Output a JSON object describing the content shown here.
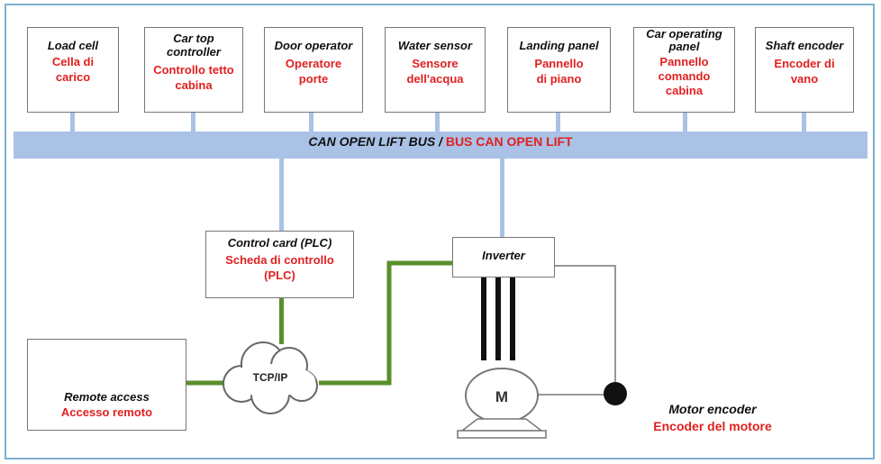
{
  "bus": {
    "label_en": "CAN OPEN LIFT BUS",
    "separator": "/",
    "label_it": "BUS CAN OPEN LIFT"
  },
  "devices": [
    {
      "en": "Load cell",
      "it": "Cella di carico"
    },
    {
      "en": "Car top controller",
      "it": "Controllo tetto cabina"
    },
    {
      "en": "Door operator",
      "it": "Operatore porte"
    },
    {
      "en": "Water sensor",
      "it": "Sensore dell'acqua"
    },
    {
      "en": "Landing panel",
      "it": "Pannello di piano"
    },
    {
      "en": "Car operating panel",
      "it": "Pannello comando cabina"
    },
    {
      "en": "Shaft encoder",
      "it": "Encoder di vano"
    }
  ],
  "control_card": {
    "en": "Control card (PLC)",
    "it": "Scheda di controllo (PLC)"
  },
  "inverter": {
    "en": "Inverter"
  },
  "remote": {
    "en": "Remote access",
    "it": "Accesso remoto"
  },
  "network": {
    "label": "TCP/IP"
  },
  "motor": {
    "symbol": "M"
  },
  "motor_encoder": {
    "en": "Motor encoder",
    "it": "Encoder del motore"
  },
  "colors": {
    "bus": "#a9c2e6",
    "network_link": "#5a8f2a",
    "frame": "#7fb0cf",
    "accent": "#e02020"
  }
}
